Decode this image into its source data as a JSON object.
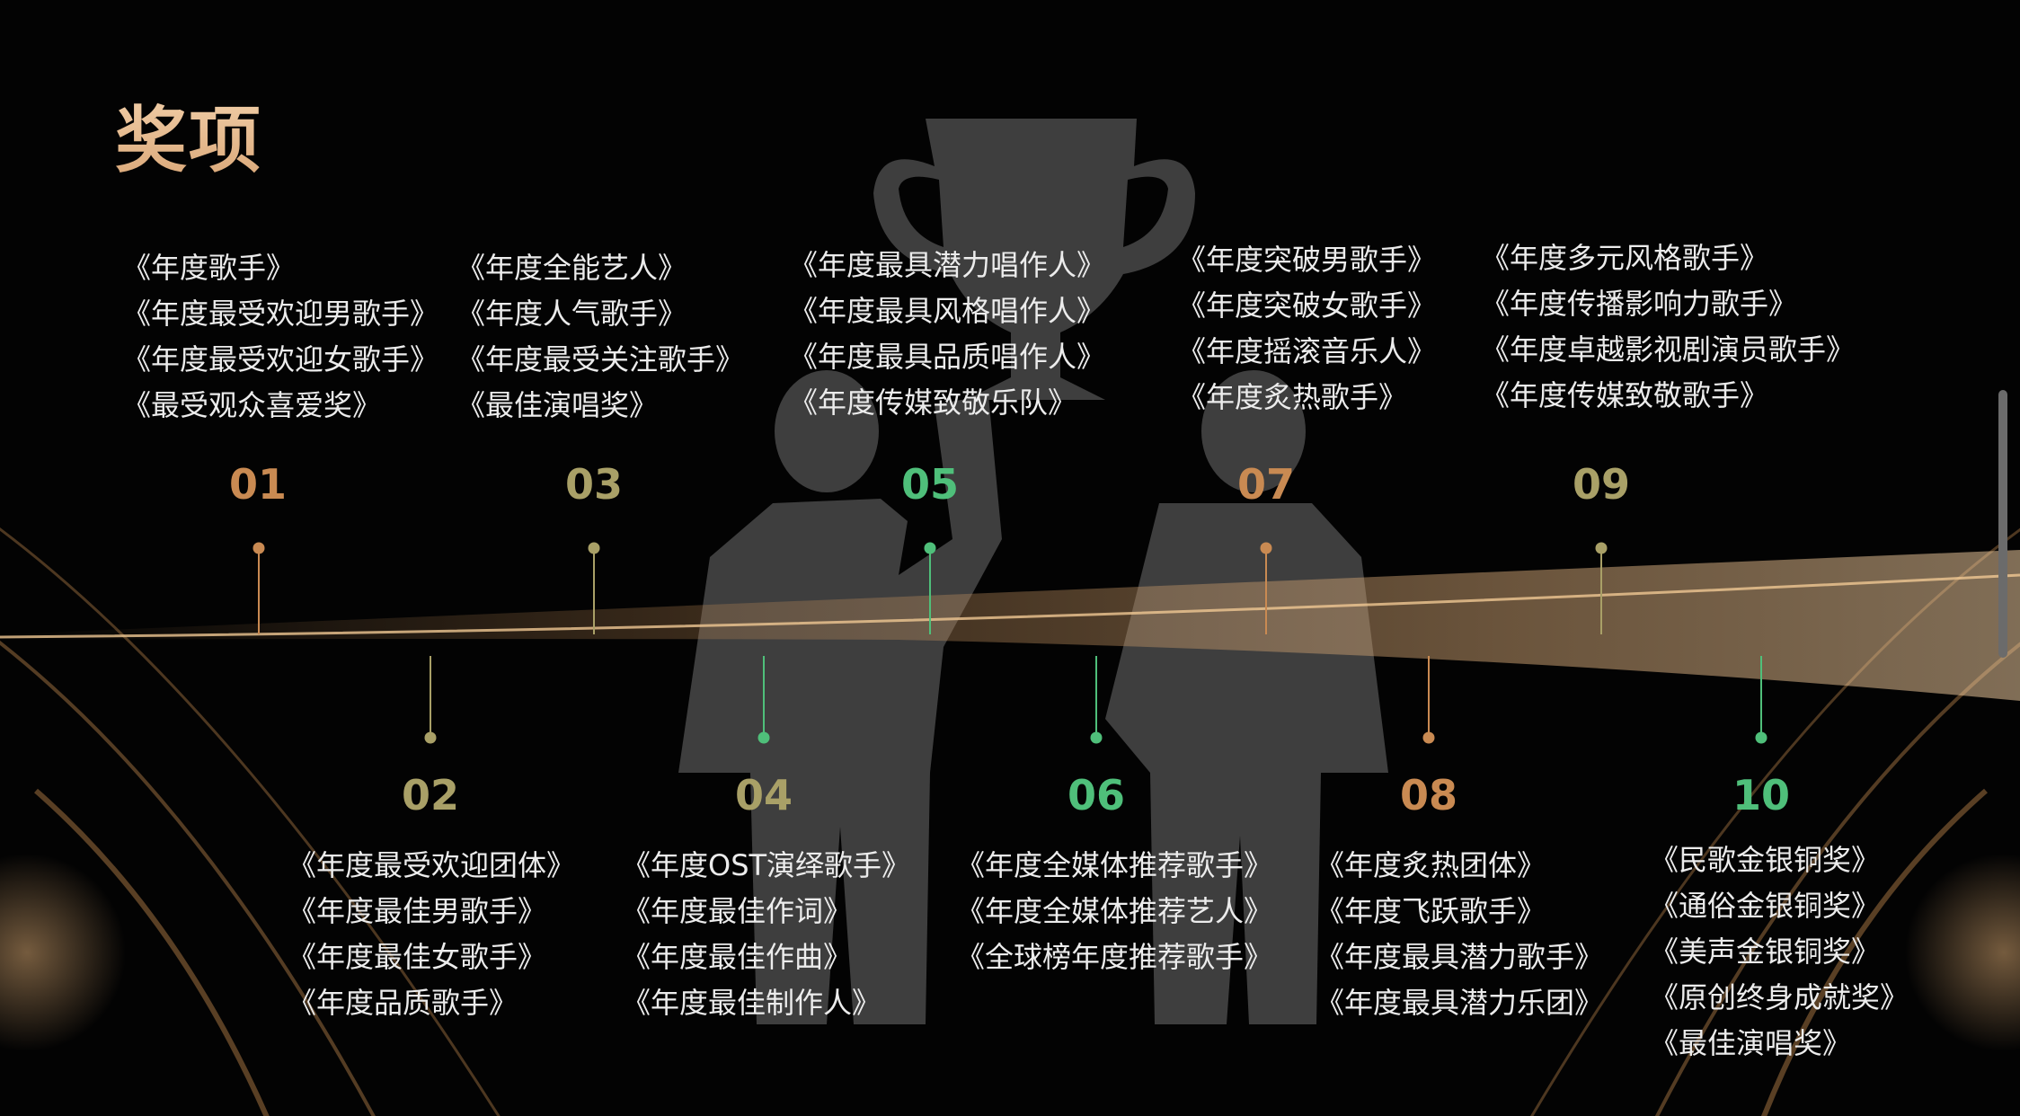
{
  "title": "奖项",
  "colors": {
    "gold": "#c98a52",
    "olive": "#a9a067",
    "green": "#4fbf7a",
    "text": "#ececec",
    "silhouette": "#3e3e3e"
  },
  "groups": [
    {
      "number": "01",
      "awards": [
        "《年度歌手》",
        "《年度最受欢迎男歌手》",
        "《年度最受欢迎女歌手》",
        "《最受观众喜爱奖》"
      ]
    },
    {
      "number": "02",
      "awards": [
        "《年度最受欢迎团体》",
        "《年度最佳男歌手》",
        "《年度最佳女歌手》",
        "《年度品质歌手》"
      ]
    },
    {
      "number": "03",
      "awards": [
        "《年度全能艺人》",
        "《年度人气歌手》",
        "《年度最受关注歌手》",
        "《最佳演唱奖》"
      ]
    },
    {
      "number": "04",
      "awards": [
        "《年度OST演绎歌手》",
        "《年度最佳作词》",
        "《年度最佳作曲》",
        "《年度最佳制作人》"
      ]
    },
    {
      "number": "05",
      "awards": [
        "《年度最具潜力唱作人》",
        "《年度最具风格唱作人》",
        "《年度最具品质唱作人》",
        "《年度传媒致敬乐队》"
      ]
    },
    {
      "number": "06",
      "awards": [
        "《年度全媒体推荐歌手》",
        "《年度全媒体推荐艺人》",
        "《全球榜年度推荐歌手》"
      ]
    },
    {
      "number": "07",
      "awards": [
        "《年度突破男歌手》",
        "《年度突破女歌手》",
        "《年度摇滚音乐人》",
        "《年度炙热歌手》"
      ]
    },
    {
      "number": "08",
      "awards": [
        "《年度炙热团体》",
        "《年度飞跃歌手》",
        "《年度最具潜力歌手》",
        "《年度最具潜力乐团》"
      ]
    },
    {
      "number": "09",
      "awards": [
        "《年度多元风格歌手》",
        "《年度传播影响力歌手》",
        "《年度卓越影视剧演员歌手》",
        "《年度传媒致敬歌手》"
      ]
    },
    {
      "number": "10",
      "awards": [
        "《民歌金银铜奖》",
        "《通俗金银铜奖》",
        "《美声金银铜奖》",
        "《原创终身成就奖》",
        "《最佳演唱奖》"
      ]
    }
  ]
}
